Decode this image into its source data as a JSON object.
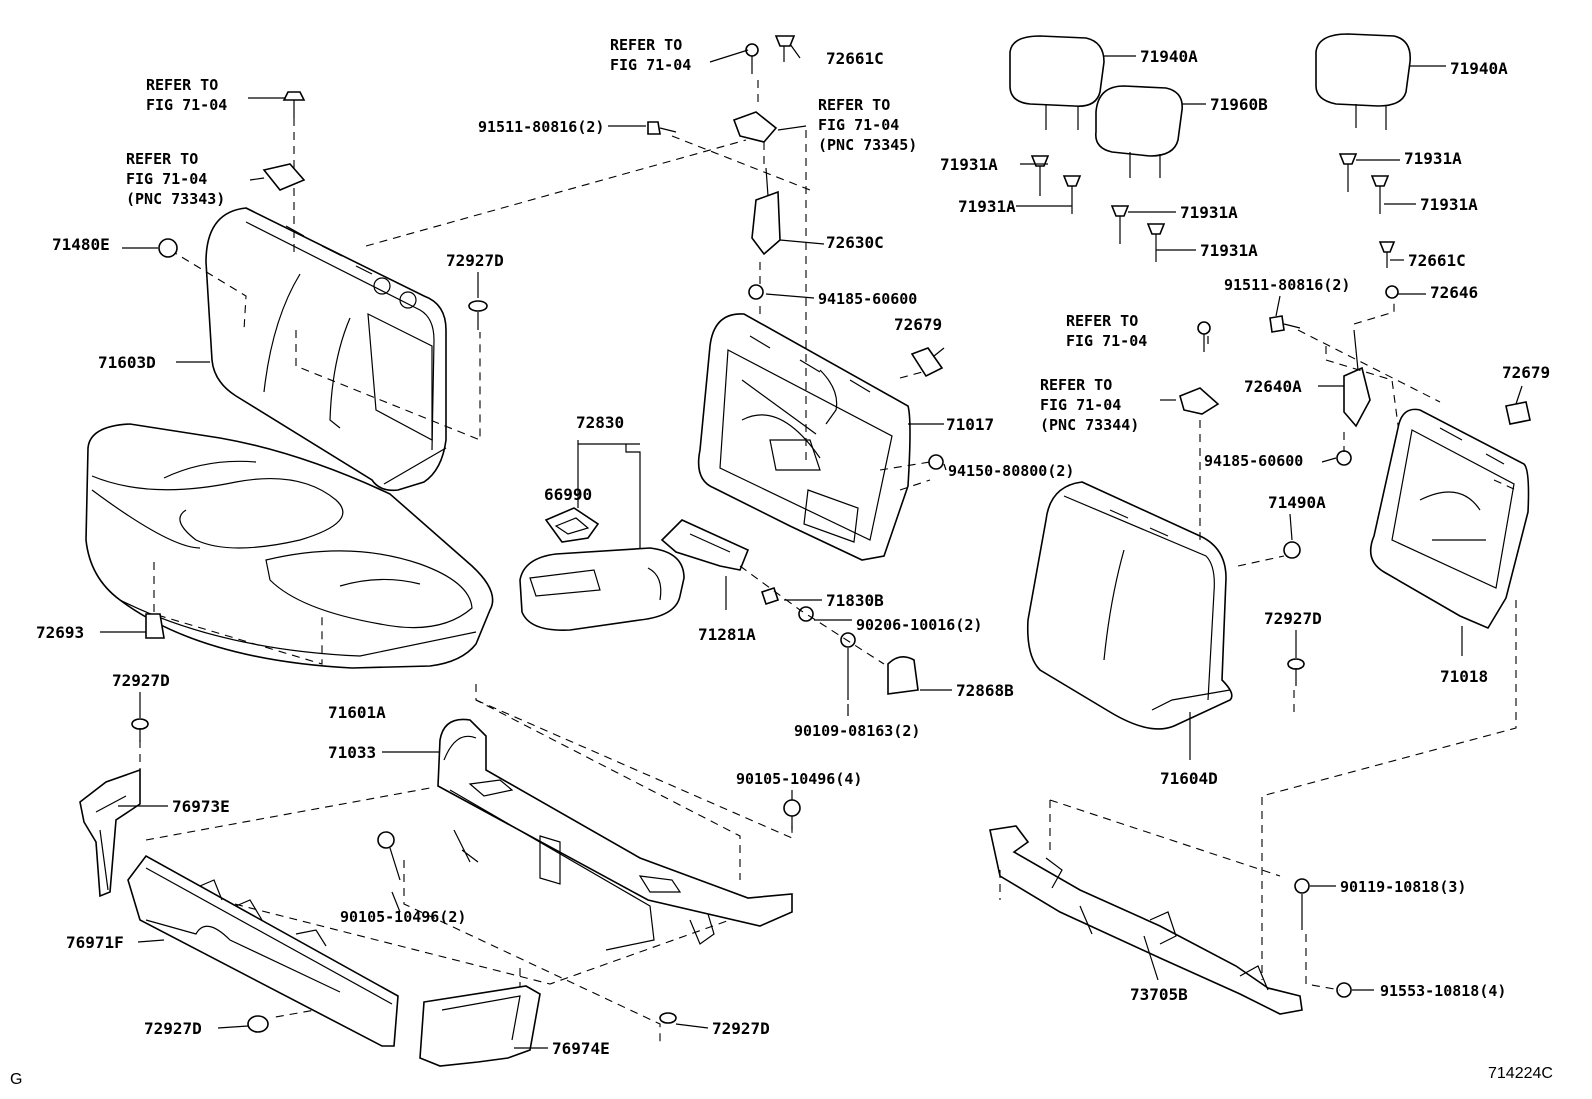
{
  "diagram_code": "714224C",
  "corner_letter": "G",
  "labels": {
    "refer_1": [
      "REFER TO",
      "FIG 71-04"
    ],
    "refer_2": [
      "REFER TO",
      "FIG 71-04",
      "(PNC 73343)"
    ],
    "refer_3": [
      "REFER TO",
      "FIG 71-04"
    ],
    "refer_4": [
      "REFER TO",
      "FIG 71-04",
      "(PNC 73345)"
    ],
    "refer_5": [
      "REFER TO",
      "FIG 71-04"
    ],
    "refer_6": [
      "REFER TO",
      "FIG 71-04",
      "(PNC 73344)"
    ],
    "p71480E": "71480E",
    "p71603D": "71603D",
    "p72927D_a": "72927D",
    "p71601A": "71601A",
    "p72693": "72693",
    "p72927D_b": "72927D",
    "p76973E": "76973E",
    "p76971F": "76971F",
    "p72927D_c": "72927D",
    "p76974E": "76974E",
    "p72927D_d": "72927D",
    "p71033": "71033",
    "p90105_10496_2": "90105-10496(2)",
    "p90105_10496_4": "90105-10496(4)",
    "p72830": "72830",
    "p66990": "66990",
    "p91511_80816_a": "91511-80816(2)",
    "p72661C_a": "72661C",
    "p72630C": "72630C",
    "p94185_60600_a": "94185-60600",
    "p72679_a": "72679",
    "p71017": "71017",
    "p94150_80800": "94150-80800(2)",
    "p71830B": "71830B",
    "p71281A": "71281A",
    "p90206_10016": "90206-10016(2)",
    "p72868B": "72868B",
    "p90109_08163": "90109-08163(2)",
    "p71940A_a": "71940A",
    "p71960B": "71960B",
    "p71931A_1": "71931A",
    "p71931A_2": "71931A",
    "p71931A_3": "71931A",
    "p71931A_4": "71931A",
    "p71940A_b": "71940A",
    "p71931A_5": "71931A",
    "p71931A_6": "71931A",
    "p72661C_b": "72661C",
    "p91511_80816_b": "91511-80816(2)",
    "p72646": "72646",
    "p72640A": "72640A",
    "p72679_b": "72679",
    "p94185_60600_b": "94185-60600",
    "p71490A": "71490A",
    "p72927D_e": "72927D",
    "p71018": "71018",
    "p71604D": "71604D",
    "p90119_10818": "90119-10818(3)",
    "p91553_10818": "91553-10818(4)",
    "p73705B": "73705B"
  }
}
